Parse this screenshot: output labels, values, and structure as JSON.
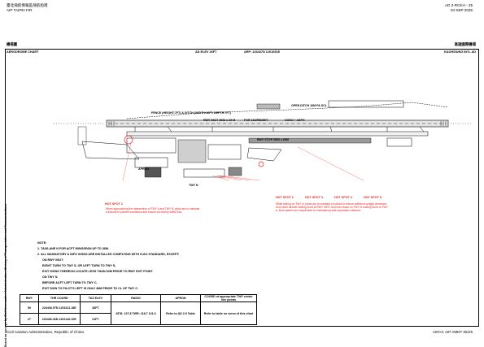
{
  "header": {
    "left_zh": "臺北飛航情報區飛航指南",
    "left_en": "AIP TAIPEI FIR",
    "right_code": "AD 2-RCKH - 25",
    "right_date": "04 SEP 2025"
  },
  "chart": {
    "title_left_zh": "機場圖",
    "title_left_en": "AERODROME CHART",
    "elev": "AD ELEV 26FT",
    "arp": "ARP: 223437N  1201051E",
    "title_right_zh": "高雄國際機場",
    "title_right_en": "KAOHSIUNG INTL AD",
    "fence_label": "FENCE (HEIGHT:7FT) & DITCH (WIDTH:16FT, DEPTH:7FT)",
    "open_ditch": "OPEN DITCH 16M PA SCL",
    "rwy_label": "RWY 09/27 3092 x 60 M",
    "rwy_surface": "FOR 102/R/B/W/T",
    "rwy_extra": "CONC + ASPH",
    "rwy_stop": "RWY STOP 0960 x 60M",
    "twy_n": "TWY N",
    "apron_label": "APRON"
  },
  "hot_spots": {
    "hs1_label": "HOT SPOT 1",
    "hs1_text": "When approaching the intersection of TWY A and TWY B, pilots are to maintain a lookout to prevent confliction and ensure an orderly traffic flow.",
    "hs2_label": "HOT SPOT 2",
    "hs3_label": "HOT SPOT 3",
    "hs4_label": "HOT SPOT 4",
    "hs5_label": "HOT SPOT 5",
    "hs25_text": "While taxiing on TWY N, pilots are to maintain a lookout to ensure sufficient wingtip clearance from other aircraft holding short of RWY 09/27 and from those on TWY N holding short of TWY A. Both parties are responsible for maintaining safe separation distance."
  },
  "notes": {
    "title": "NOTE:",
    "lines": [
      "1. TAXILANE N FOR ACFT WINGSPAN UP TO 36M.",
      "2. ALL MANDATORY & INFO SIGNS ARE INSTALLED COMPLYING WITH ICAO STANDARD, EXCEPT:",
      "   ON RWY 09/27:",
      "   RIGHT TURN TO TWY S, OR LEFT TURN TO TWY S,",
      "   EXIT SIGNS THEREON LOCATE LESS THAN 60M PRIOR TO RWY EXIT POINT.",
      "   ON TWY S:",
      "   BEFORE ACFT LEFT TURN TO TWY C,",
      "   EXIT SIGN TO PILOT'S LEFT IS ONLY 48M PRIOR TO CL OF TWY C."
    ]
  },
  "side_note": "Based on surveys by Civil Aeronautics Administration, Ministry of Transportation and Communications",
  "table": {
    "headers": [
      "RWY",
      "THR COORD",
      "TDZ ELEV",
      "RADIO",
      "APRON",
      "COORD of appropriate TWY center line points"
    ],
    "rows": [
      {
        "rwy": "09",
        "coord": "223436.97N 1201611.18E",
        "tdz": "26FT"
      },
      {
        "rwy": "27",
        "coord": "223436.26N 1202146.10E",
        "tdz": "21FT"
      }
    ],
    "radio": "ATIS: 127.8  TWR: 118.7  121.6",
    "apron": "Refer to AD 2.9 Table",
    "coord_note": "Refer to table on verso of this chart"
  },
  "footer": {
    "left": "Civil Aviation Administration, Republic of China",
    "right": "AIRAC AIP AMDT 05/25"
  }
}
